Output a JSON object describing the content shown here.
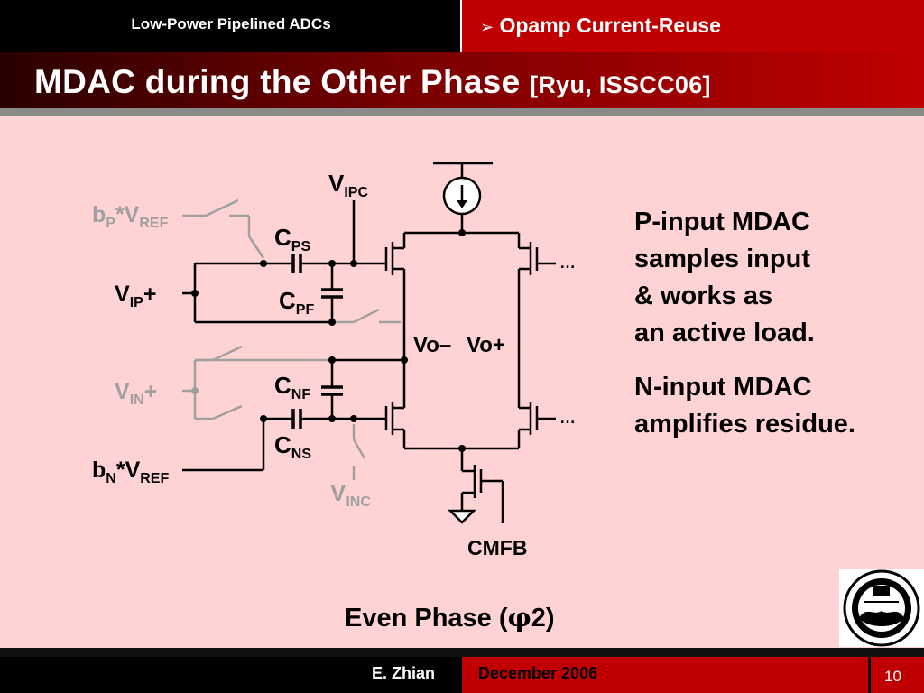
{
  "header": {
    "course_title": "Low-Power Pipelined ADCs",
    "section_bullet": "➢",
    "section_title": "Opamp Current-Reuse"
  },
  "title": {
    "main": "MDAC during the Other Phase",
    "reference": "[Ryu, ISSCC06]"
  },
  "diagram": {
    "labels": {
      "vipc_main": "V",
      "vipc_sub": "IPC",
      "bp_a": "b",
      "bp_a_sub": "P",
      "bp_b": "*V",
      "bp_b_sub": "REF",
      "cps_main": "C",
      "cps_sub": "PS",
      "vip_main": "V",
      "vip_sub": "IP",
      "vip_suffix": "+",
      "cpf_main": "C",
      "cpf_sub": "PF",
      "vo_minus": "Vo–",
      "vo_plus": "Vo+",
      "vin_main": "V",
      "vin_sub": "IN",
      "vin_suffix": "+",
      "cnf_main": "C",
      "cnf_sub": "NF",
      "cns_main": "C",
      "cns_sub": "NS",
      "bn_a": "b",
      "bn_a_sub": "N",
      "bn_b": "*V",
      "bn_b_sub": "REF",
      "vinc_main": "V",
      "vinc_sub": "INC",
      "dots_top": "…",
      "dots_bottom": "…",
      "cmfb": "CMFB"
    },
    "phase_label_prefix": "Even Phase (",
    "phase_symbol": "φ",
    "phase_label_suffix": "2)"
  },
  "description": {
    "p_mdac": [
      "P-input MDAC",
      "samples input",
      "& works as",
      "an active load."
    ],
    "n_mdac": [
      "N-input MDAC",
      "amplifies residue."
    ]
  },
  "footer": {
    "author": "E. Zhian",
    "date": "December 2006",
    "slide_number": "10"
  },
  "colors": {
    "accent_red": "#c00000",
    "background": "#ffd3d3",
    "inactive_gray": "#a0a0a0"
  },
  "icons": {
    "bullet": "arrow-bullet-icon",
    "logo": "university-seal-logo"
  }
}
